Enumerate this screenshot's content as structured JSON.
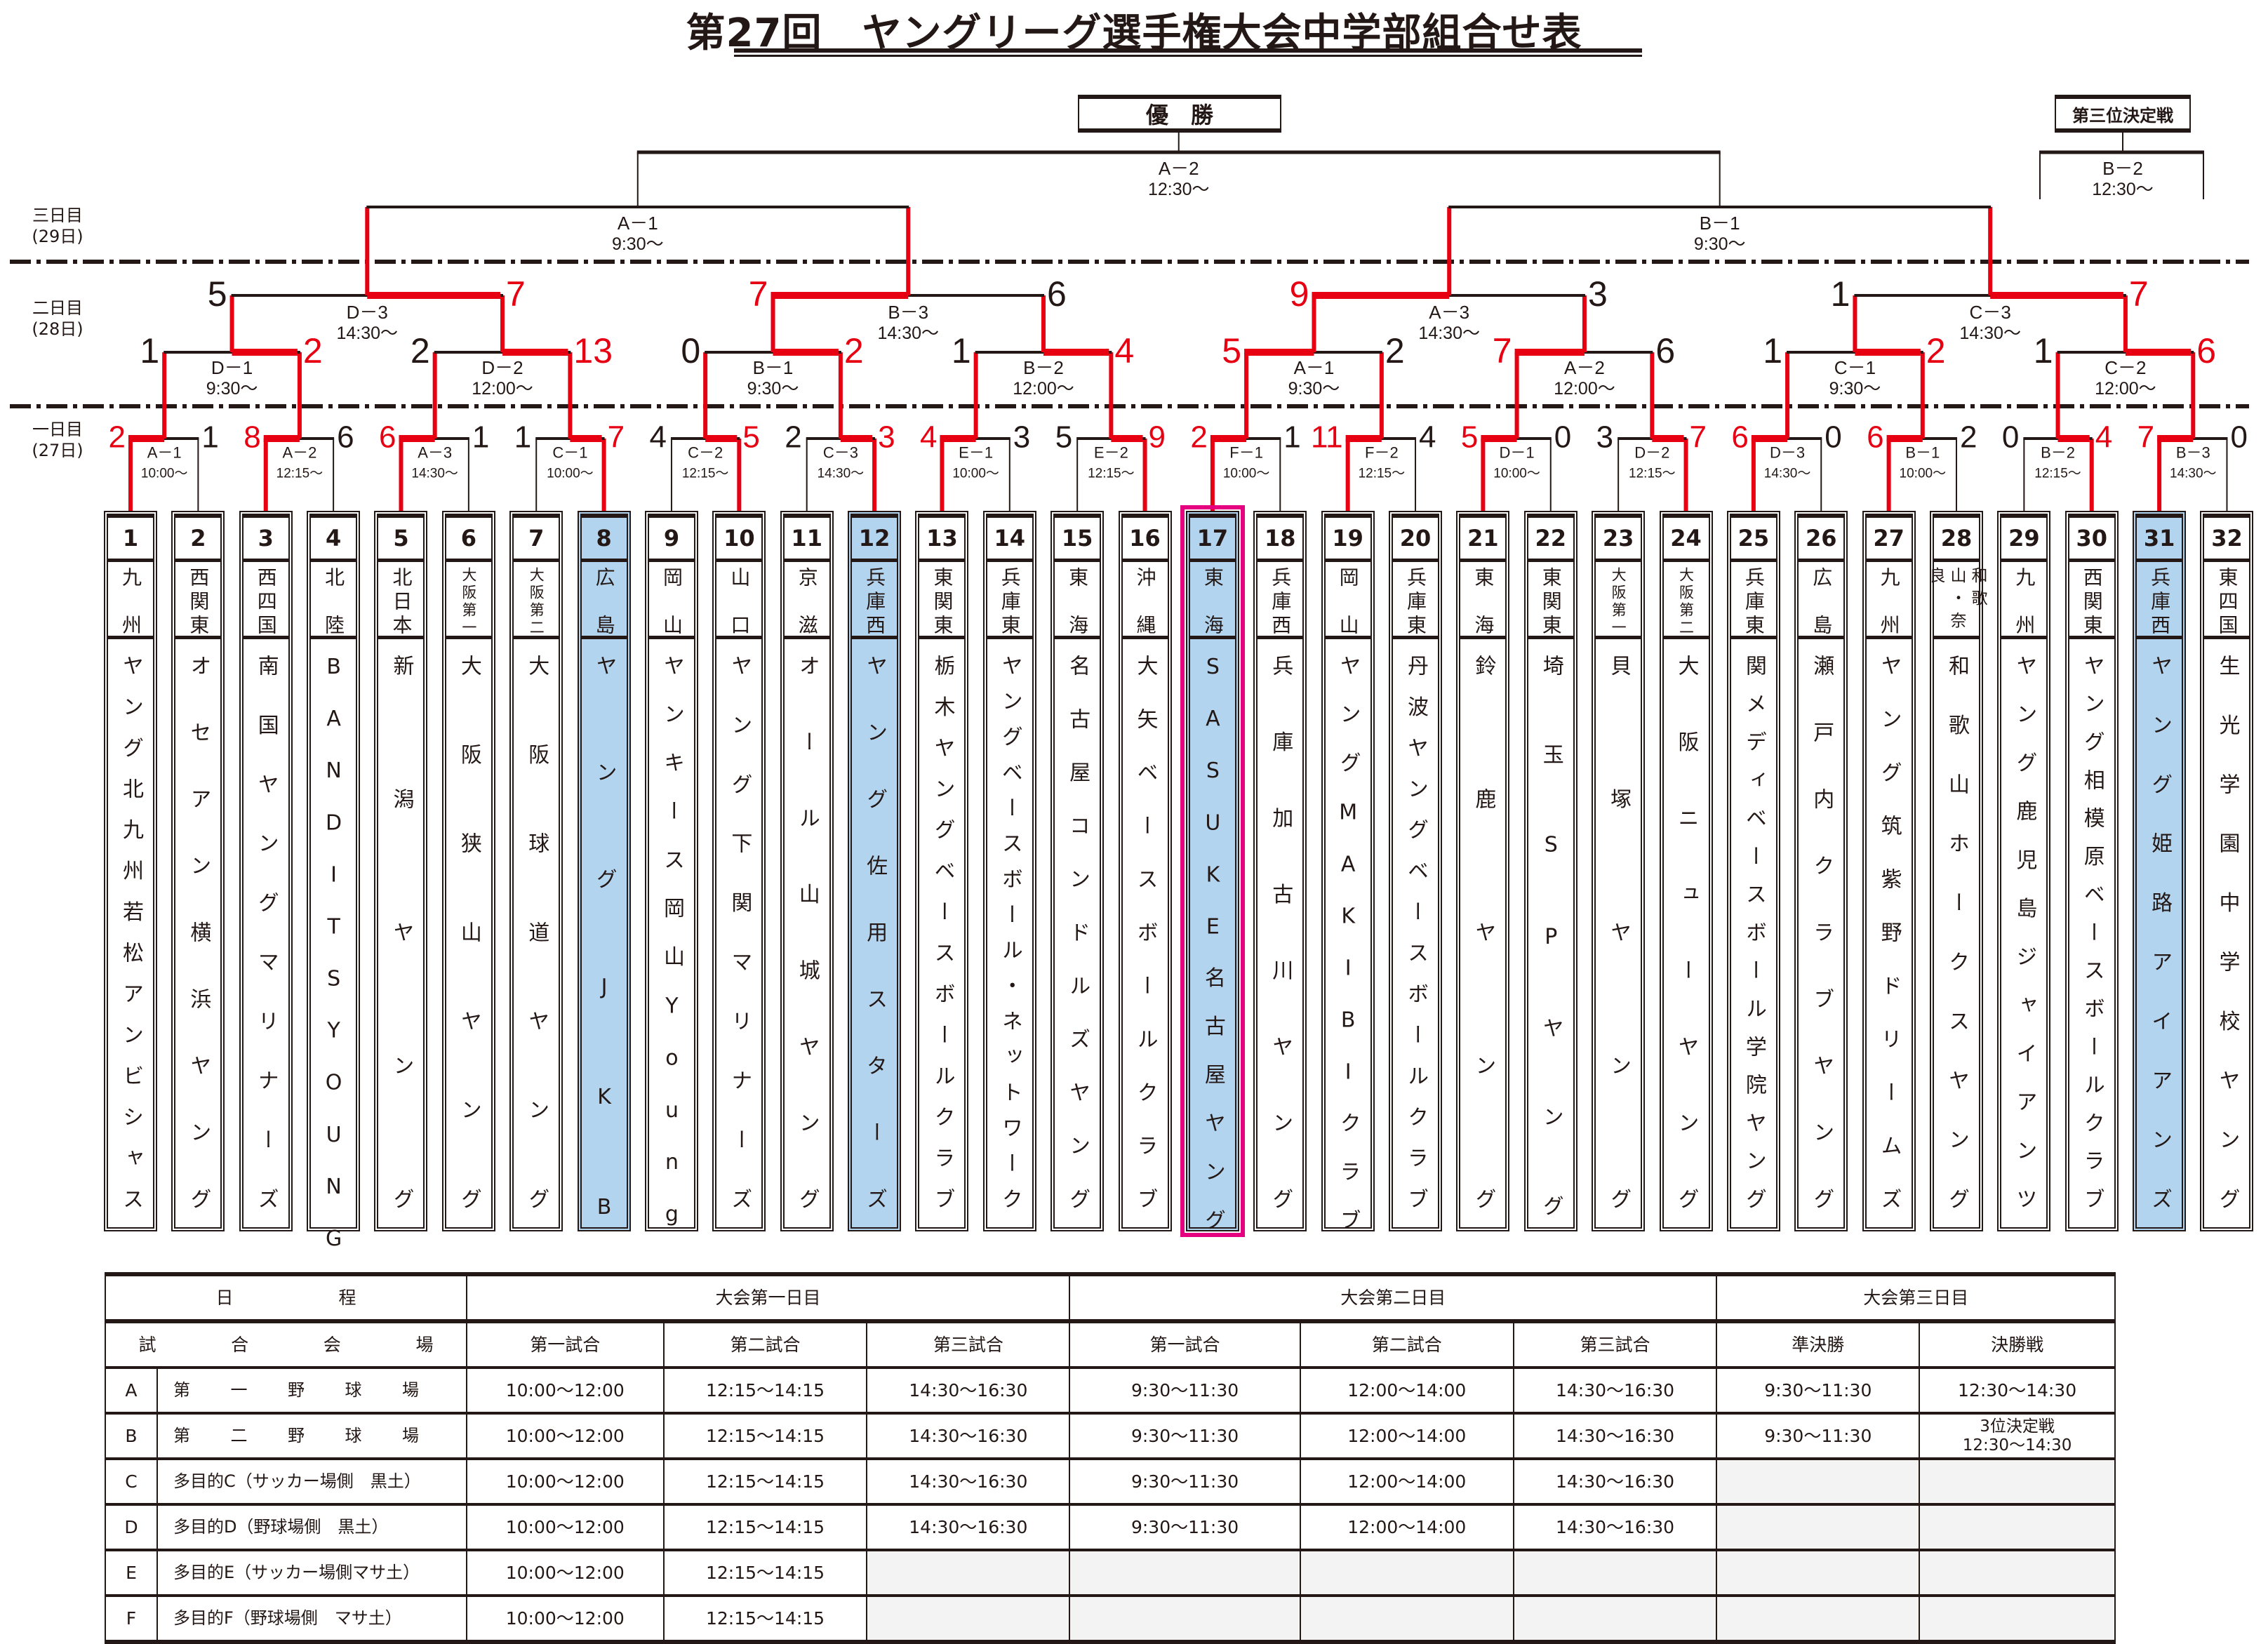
{
  "title": "第27回　ヤングリーグ選手権大会中学部組合せ表",
  "colors": {
    "ink": "#231815",
    "winner": "#e60012",
    "highlight": "#b3d4ef",
    "champion_frame": "#e4007f"
  },
  "days": [
    {
      "label": "三日目",
      "date": "(29日)"
    },
    {
      "label": "二日目",
      "date": "(28日)"
    },
    {
      "label": "一日目",
      "date": "(27日)"
    }
  ],
  "final": {
    "title": "優　勝",
    "match": "A－2",
    "time": "12:30〜"
  },
  "third_place": {
    "title": "第三位決定戦",
    "match": "B－2",
    "time": "12:30〜"
  },
  "semifinals": [
    {
      "match": "A－1",
      "time": "9:30〜"
    },
    {
      "match": "B－1",
      "time": "9:30〜"
    }
  ],
  "round3": [
    {
      "match": "D－3",
      "time": "14:30〜",
      "scores": [
        5,
        7
      ]
    },
    {
      "match": "B－3",
      "time": "14:30〜",
      "scores": [
        7,
        6
      ]
    },
    {
      "match": "A－3",
      "time": "14:30〜",
      "scores": [
        9,
        3
      ]
    },
    {
      "match": "C－3",
      "time": "14:30〜",
      "scores": [
        1,
        7
      ]
    }
  ],
  "round2": [
    {
      "match": "D－1",
      "time": "9:30〜",
      "scores": [
        1,
        2
      ]
    },
    {
      "match": "D－2",
      "time": "12:00〜",
      "scores": [
        2,
        13
      ]
    },
    {
      "match": "B－1",
      "time": "9:30〜",
      "scores": [
        0,
        2
      ]
    },
    {
      "match": "B－2",
      "time": "12:00〜",
      "scores": [
        1,
        4
      ]
    },
    {
      "match": "A－1",
      "time": "9:30〜",
      "scores": [
        5,
        2
      ]
    },
    {
      "match": "A－2",
      "time": "12:00〜",
      "scores": [
        7,
        6
      ]
    },
    {
      "match": "C－1",
      "time": "9:30〜",
      "scores": [
        1,
        2
      ]
    },
    {
      "match": "C－2",
      "time": "12:00〜",
      "scores": [
        1,
        6
      ]
    }
  ],
  "round1": [
    {
      "match": "A－1",
      "time": "10:00〜",
      "scores": [
        2,
        1
      ]
    },
    {
      "match": "A－2",
      "time": "12:15〜",
      "scores": [
        8,
        6
      ]
    },
    {
      "match": "A－3",
      "time": "14:30〜",
      "scores": [
        6,
        1
      ]
    },
    {
      "match": "C－1",
      "time": "10:00〜",
      "scores": [
        1,
        7
      ]
    },
    {
      "match": "C－2",
      "time": "12:15〜",
      "scores": [
        4,
        5
      ]
    },
    {
      "match": "C－3",
      "time": "14:30〜",
      "scores": [
        2,
        3
      ]
    },
    {
      "match": "E－1",
      "time": "10:00〜",
      "scores": [
        4,
        3
      ]
    },
    {
      "match": "E－2",
      "time": "12:15〜",
      "scores": [
        5,
        9
      ]
    },
    {
      "match": "F－1",
      "time": "10:00〜",
      "scores": [
        2,
        1
      ]
    },
    {
      "match": "F－2",
      "time": "12:15〜",
      "scores": [
        11,
        4
      ]
    },
    {
      "match": "D－1",
      "time": "10:00〜",
      "scores": [
        5,
        0
      ]
    },
    {
      "match": "D－2",
      "time": "12:15〜",
      "scores": [
        3,
        7
      ]
    },
    {
      "match": "D－3",
      "time": "14:30〜",
      "scores": [
        6,
        0
      ]
    },
    {
      "match": "B－1",
      "time": "10:00〜",
      "scores": [
        6,
        2
      ]
    },
    {
      "match": "B－2",
      "time": "12:15〜",
      "scores": [
        0,
        4
      ]
    },
    {
      "match": "B－3",
      "time": "14:30〜",
      "scores": [
        7,
        0
      ]
    }
  ],
  "teams": [
    {
      "no": "1",
      "region": "九州",
      "name": "ヤング北九州若松アンビシャス"
    },
    {
      "no": "2",
      "region": "西関東",
      "name": "オセアン横浜ヤング"
    },
    {
      "no": "3",
      "region": "西四国",
      "name": "南国ヤングマリナーズ"
    },
    {
      "no": "4",
      "region": "北陸",
      "name": "BANDITSYOUNG"
    },
    {
      "no": "5",
      "region": "北日本",
      "name": "新潟ヤング"
    },
    {
      "no": "6",
      "region": "大阪第一",
      "name": "大阪狭山ヤング"
    },
    {
      "no": "7",
      "region": "大阪第二",
      "name": "大阪球道ヤング"
    },
    {
      "no": "8",
      "region": "広島",
      "name": "ヤングJKB",
      "highlight": true
    },
    {
      "no": "9",
      "region": "岡山",
      "name": "ヤンキース岡山Young"
    },
    {
      "no": "10",
      "region": "山口",
      "name": "ヤング下関マリナーズ"
    },
    {
      "no": "11",
      "region": "京滋",
      "name": "オール山城ヤング"
    },
    {
      "no": "12",
      "region": "兵庫西",
      "name": "ヤング佐用スターズ",
      "highlight": true
    },
    {
      "no": "13",
      "region": "東関東",
      "name": "栃木ヤングベースボールクラブ"
    },
    {
      "no": "14",
      "region": "兵庫東",
      "name": "ヤングベースボール・ネットワーク"
    },
    {
      "no": "15",
      "region": "東海",
      "name": "名古屋コンドルズヤング"
    },
    {
      "no": "16",
      "region": "沖縄",
      "name": "大矢ベースボールクラブ"
    },
    {
      "no": "17",
      "region": "東海",
      "name": "SASUKE名古屋ヤング",
      "highlight": true,
      "champion": true
    },
    {
      "no": "18",
      "region": "兵庫西",
      "name": "兵庫加古川ヤング"
    },
    {
      "no": "19",
      "region": "岡山",
      "name": "ヤングMAKIBIクラブ"
    },
    {
      "no": "20",
      "region": "兵庫東",
      "name": "丹波ヤングベースボールクラブ"
    },
    {
      "no": "21",
      "region": "東海",
      "name": "鈴鹿ヤング"
    },
    {
      "no": "22",
      "region": "東関東",
      "name": "埼玉SPヤング"
    },
    {
      "no": "23",
      "region": "大阪第一",
      "name": "貝塚ヤング"
    },
    {
      "no": "24",
      "region": "大阪第二",
      "name": "大阪ニューヤング"
    },
    {
      "no": "25",
      "region": "兵庫東",
      "name": "関メディベースボール学院ヤング"
    },
    {
      "no": "26",
      "region": "広島",
      "name": "瀬戸内クラブヤング"
    },
    {
      "no": "27",
      "region": "九州",
      "name": "ヤング筑紫野ドリームズ"
    },
    {
      "no": "28",
      "region": "和歌山・奈良",
      "name": "和歌山ホークスヤング"
    },
    {
      "no": "29",
      "region": "九州",
      "name": "ヤング鹿児島ジャイアンツ"
    },
    {
      "no": "30",
      "region": "西関東",
      "name": "ヤング相模原ベースボールクラブ"
    },
    {
      "no": "31",
      "region": "兵庫西",
      "name": "ヤング姫路アイアンズ",
      "highlight": true
    },
    {
      "no": "32",
      "region": "東四国",
      "name": "生光学園中学校ヤング"
    }
  ],
  "schedule": {
    "header_schedule": "日程",
    "day_headers": [
      "大会第一日目",
      "大会第二日目",
      "大会第三日目"
    ],
    "header_venue": "試合会場",
    "subheaders": [
      "第一試合",
      "第二試合",
      "第三試合",
      "第一試合",
      "第二試合",
      "第三試合",
      "準決勝",
      "決勝戦"
    ],
    "rows": [
      {
        "code": "A",
        "venue": "第一野球場",
        "spread": true,
        "cells": [
          "10:00〜12:00",
          "12:15〜14:15",
          "14:30〜16:30",
          "9:30〜11:30",
          "12:00〜14:00",
          "14:30〜16:30",
          "9:30〜11:30",
          "12:30〜14:30"
        ]
      },
      {
        "code": "B",
        "venue": "第二野球場",
        "spread": true,
        "cells": [
          "10:00〜12:00",
          "12:15〜14:15",
          "14:30〜16:30",
          "9:30〜11:30",
          "12:00〜14:00",
          "14:30〜16:30",
          "9:30〜11:30",
          "3位決定戦\n12:30〜14:30"
        ]
      },
      {
        "code": "C",
        "venue": "多目的C（サッカー場側　黒土）",
        "cells": [
          "10:00〜12:00",
          "12:15〜14:15",
          "14:30〜16:30",
          "9:30〜11:30",
          "12:00〜14:00",
          "14:30〜16:30",
          null,
          null
        ]
      },
      {
        "code": "D",
        "venue": "多目的D（野球場側　黒土）",
        "cells": [
          "10:00〜12:00",
          "12:15〜14:15",
          "14:30〜16:30",
          "9:30〜11:30",
          "12:00〜14:00",
          "14:30〜16:30",
          null,
          null
        ]
      },
      {
        "code": "E",
        "venue": "多目的E（サッカー場側マサ土）",
        "cells": [
          "10:00〜12:00",
          "12:15〜14:15",
          null,
          null,
          null,
          null,
          null,
          null
        ]
      },
      {
        "code": "F",
        "venue": "多目的F（野球場側　マサ土）",
        "cells": [
          "10:00〜12:00",
          "12:15〜14:15",
          null,
          null,
          null,
          null,
          null,
          null
        ]
      }
    ]
  }
}
